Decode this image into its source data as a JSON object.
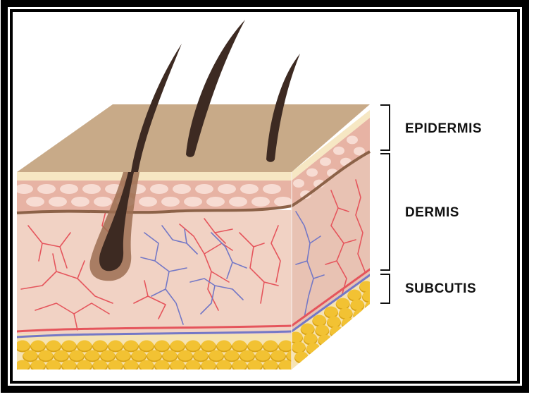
{
  "diagram": {
    "layers": [
      {
        "name": "epidermis",
        "label": "EPIDERMIS"
      },
      {
        "name": "dermis",
        "label": "DERMIS"
      },
      {
        "name": "subcutis",
        "label": "SUBCUTIS"
      }
    ]
  },
  "colors": {
    "frame": "#000000",
    "surface_top": "#c8aa88",
    "epidermis_cream": "#f6e7c3",
    "epidermis_cells": "#e7b3a4",
    "epidermis_cell_highlight": "#f7dcd3",
    "dermis": "#f1d2c4",
    "dermis_side": "#e8c2b3",
    "basement_line": "#8c6248",
    "artery": "#e5555c",
    "vein": "#7478c6",
    "fat": "#f2c233",
    "fat_shadow": "#d9a316",
    "subcutis_background": "#f6e3b3",
    "hair": "#3d2a22",
    "follicle": "#9c6e52"
  }
}
